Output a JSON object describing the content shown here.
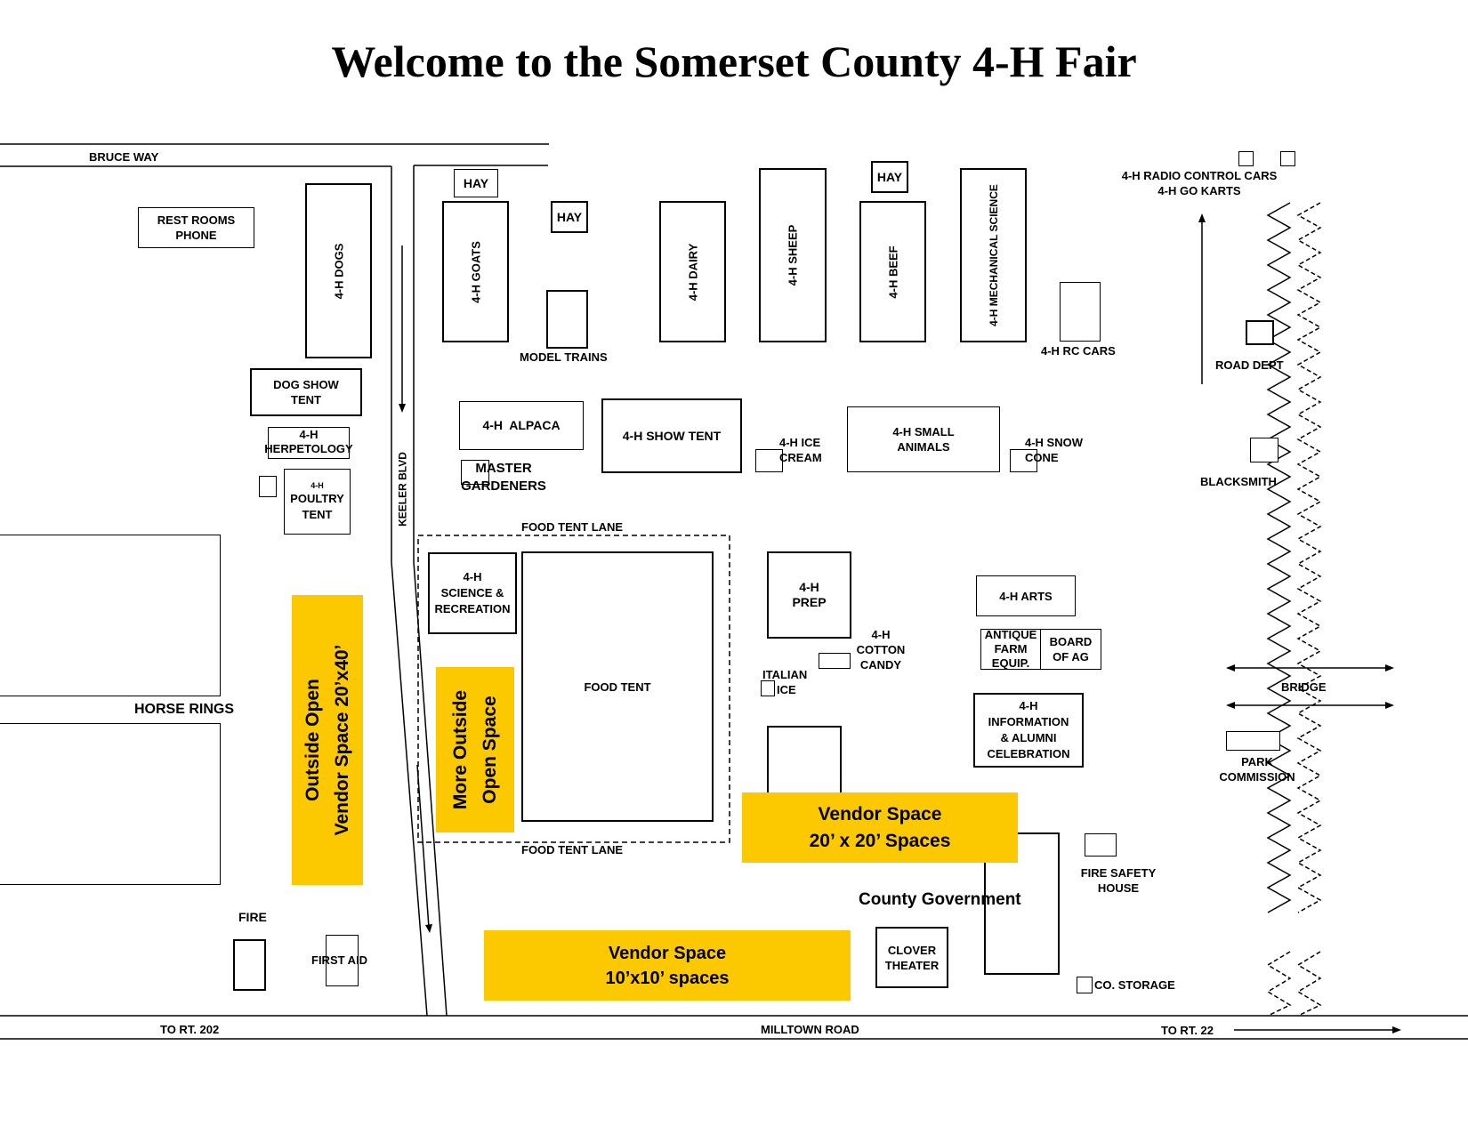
{
  "title": "Welcome to the Somerset County 4-H Fair",
  "roads": {
    "bruce_way": "BRUCE WAY",
    "keeler_blvd": "KEELER BLVD",
    "milltown_road": "MILLTOWN ROAD",
    "to_rt_202": "TO RT. 202",
    "to_rt_22": "TO RT. 22",
    "food_tent_lane_top": "FOOD TENT LANE",
    "food_tent_lane_bottom": "FOOD TENT LANE"
  },
  "buildings": {
    "rest_rooms": [
      "REST ROOMS",
      "PHONE"
    ],
    "dogs": "4-H DOGS",
    "dog_show_tent": [
      "DOG SHOW",
      "TENT"
    ],
    "herpetology": [
      "4-H",
      "HERPETOLOGY"
    ],
    "poultry": [
      "4-H",
      "POULTRY",
      "TENT"
    ],
    "hay": [
      "HAY",
      "HAY",
      "HAY"
    ],
    "goats": "4-H GOATS",
    "model_trains": "MODEL TRAINS",
    "dairy": "4-H DAIRY",
    "sheep": "4-H SHEEP",
    "beef": "4-H BEEF",
    "mechanical_science": "4-H MECHANICAL SCIENCE",
    "rc_cars": "4-H RC CARS",
    "radio_control": [
      "4-H RADIO CONTROL CARS",
      "4-H GO KARTS"
    ],
    "road_dept": "ROAD DEPT",
    "blacksmith": "BLACKSMITH",
    "alpaca": "4-H  ALPACA",
    "show_tent": "4-H SHOW TENT",
    "ice_cream": [
      "4-H ICE",
      "CREAM"
    ],
    "small_animals": [
      "4-H SMALL",
      "ANIMALS"
    ],
    "snow_cone": [
      "4-H SNOW",
      "CONE"
    ],
    "master_gardeners": [
      "MASTER",
      "GARDENERS"
    ],
    "science_recreation": [
      "4-H",
      "SCIENCE &",
      "RECREATION"
    ],
    "food_tent": "FOOD TENT",
    "prep": [
      "4-H",
      "PREP"
    ],
    "cotton_candy": [
      "4-H",
      "COTTON",
      "CANDY"
    ],
    "italian_ice": [
      "ITALIAN",
      "ICE"
    ],
    "arts": "4-H ARTS",
    "antique": [
      "ANTIQUE",
      "FARM",
      "EQUIP."
    ],
    "board_ag": [
      "BOARD",
      "OF AG"
    ],
    "information": [
      "4-H",
      "INFORMATION",
      "& ALUMNI",
      "CELEBRATION"
    ],
    "bridge": "BRIDGE",
    "park_commission": [
      "PARK",
      "COMMISSION"
    ],
    "fire_safety": [
      "FIRE SAFETY",
      "HOUSE"
    ],
    "county_government": "County Government",
    "clover_theater": [
      "CLOVER",
      "THEATER"
    ],
    "co_storage": "CO. STORAGE",
    "horse_rings": "HORSE RINGS",
    "fire": "FIRE",
    "first_aid": "FIRST AID"
  },
  "vendor_areas": {
    "outside_open": [
      "Outside Open",
      "Vendor Space 20’x40’"
    ],
    "more_outside": [
      "More Outside",
      "Open Space"
    ],
    "space_20x20": [
      "Vendor Space",
      "20’ x 20’ Spaces"
    ],
    "space_10x10": [
      "Vendor Space",
      "10’x10’ spaces"
    ]
  },
  "colors": {
    "vendor": "#fcc800",
    "lines": "#000000"
  }
}
